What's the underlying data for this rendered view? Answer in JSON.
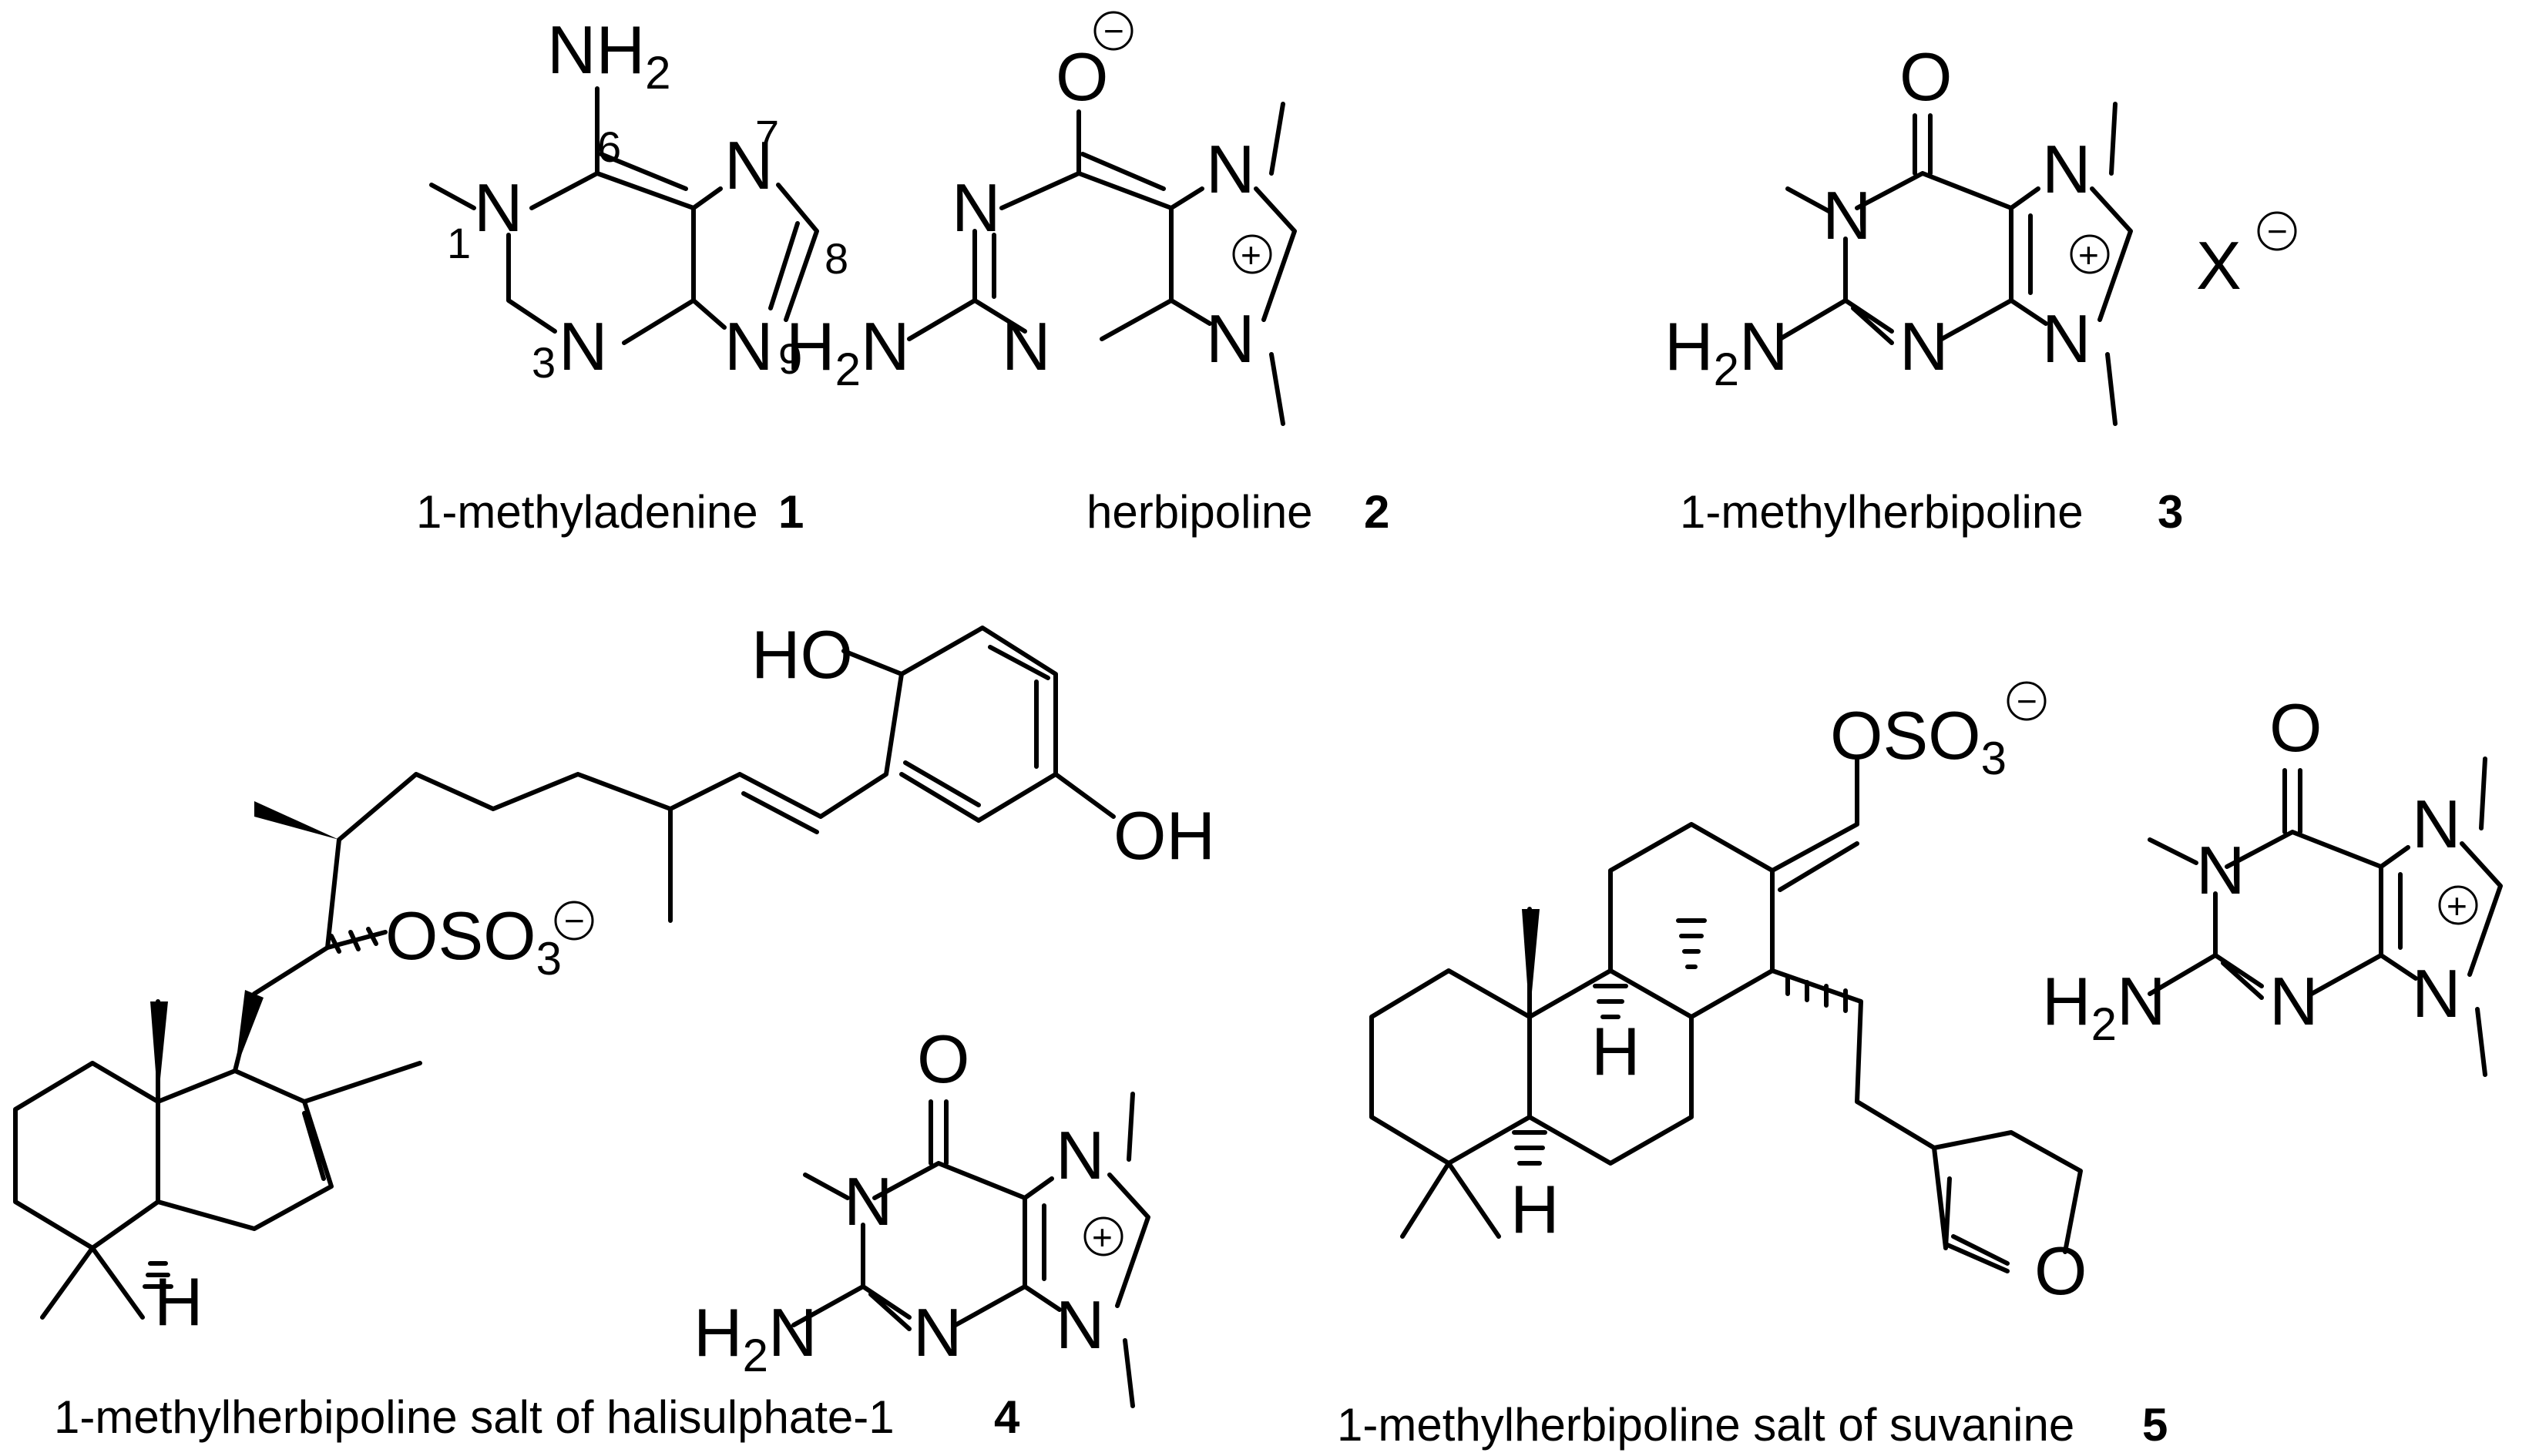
{
  "atoms": {
    "N": "N",
    "O": "O",
    "H": "H",
    "NH": "NH",
    "two": "2",
    "three": "3",
    "HO": "HO",
    "OH": "OH",
    "OSO": "OSO",
    "X": "X",
    "minus": "−",
    "plus": "+"
  },
  "ring_numbers": [
    "1",
    "3",
    "6",
    "7",
    "8",
    "9"
  ],
  "structures": [
    {
      "id": "1",
      "name": "1-methyladenine",
      "number": "1"
    },
    {
      "id": "2",
      "name": "herbipoline",
      "number": "2"
    },
    {
      "id": "3",
      "name": "1-methylherbipoline",
      "number": "3"
    },
    {
      "id": "4",
      "name": "1-methylherbipoline  salt of halisulphate-1",
      "number": "4"
    },
    {
      "id": "5",
      "name": "1-methylherbipoline  salt of suvanine",
      "number": "5"
    }
  ]
}
